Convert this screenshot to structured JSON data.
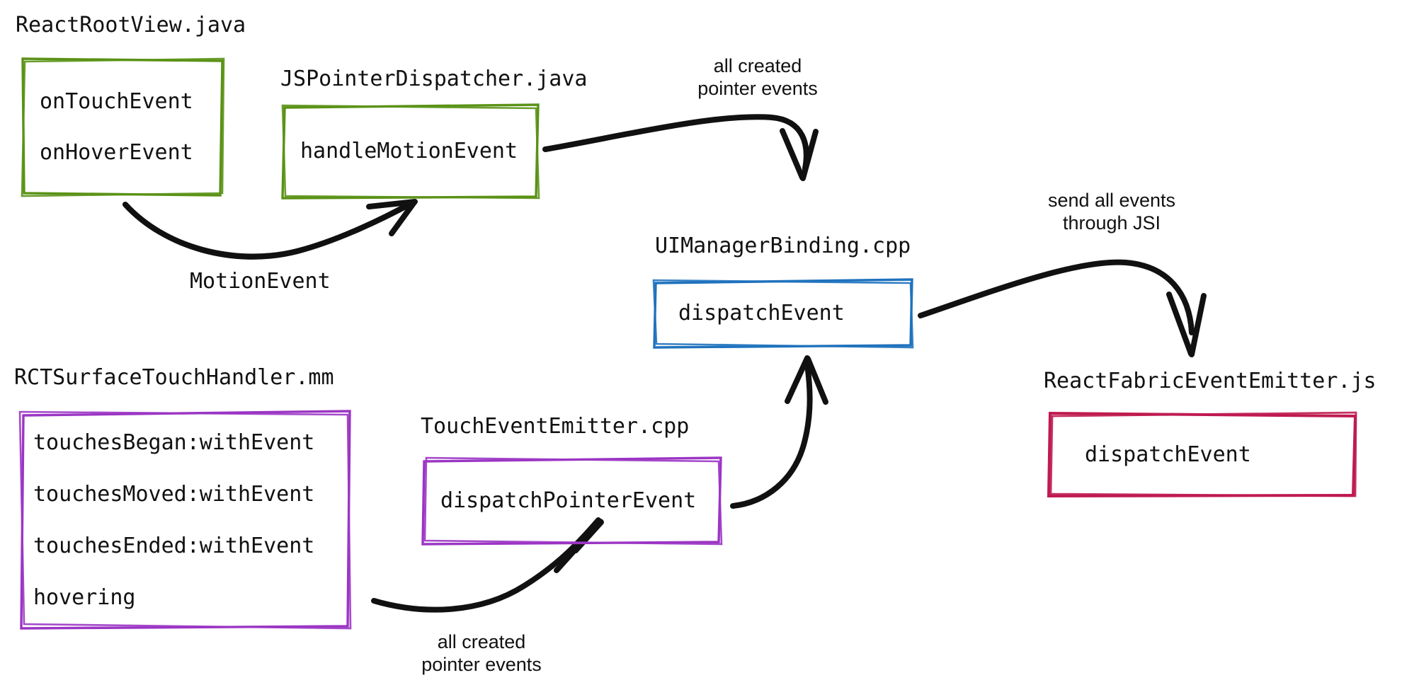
{
  "diagram": {
    "title": "React Native pointer/touch event flow",
    "background": "#ffffff",
    "colors": {
      "green": "#5a9216",
      "blue": "#1f72bd",
      "purple": "#9b35c4",
      "crimson": "#bf1b50",
      "ink": "#111111"
    },
    "groups": [
      {
        "id": "react-root-view",
        "title": "ReactRootView.java",
        "color": "#5a9216",
        "lines": [
          "onTouchEvent",
          "onHoverEvent"
        ]
      },
      {
        "id": "js-pointer-dispatcher",
        "title": "JSPointerDispatcher.java",
        "color": "#5a9216",
        "lines": [
          "handleMotionEvent"
        ]
      },
      {
        "id": "ui-manager-binding",
        "title": "UIManagerBinding.cpp",
        "color": "#1f72bd",
        "lines": [
          "dispatchEvent"
        ]
      },
      {
        "id": "react-fabric-event-emitter",
        "title": "ReactFabricEventEmitter.js",
        "color": "#bf1b50",
        "lines": [
          "dispatchEvent"
        ]
      },
      {
        "id": "rct-surface-touch-handler",
        "title": "RCTSurfaceTouchHandler.mm",
        "color": "#9b35c4",
        "lines": [
          "touchesBegan:withEvent",
          "touchesMoved:withEvent",
          "touchesEnded:withEvent",
          "hovering"
        ]
      },
      {
        "id": "touch-event-emitter",
        "title": "TouchEventEmitter.cpp",
        "color": "#9b35c4",
        "lines": [
          "dispatchPointerEvent"
        ]
      }
    ],
    "edges": [
      {
        "id": "motion-event",
        "label": "MotionEvent",
        "style": "mono",
        "from": "react-root-view",
        "to": "js-pointer-dispatcher"
      },
      {
        "id": "android-pointer-events",
        "label": "all created\npointer events",
        "style": "sans",
        "from": "js-pointer-dispatcher",
        "to": "ui-manager-binding"
      },
      {
        "id": "ios-pointer-events",
        "label": "all created\npointer events",
        "style": "sans",
        "from": "rct-surface-touch-handler",
        "to": "touch-event-emitter"
      },
      {
        "id": "emitter-to-binding",
        "label": "",
        "style": "sans",
        "from": "touch-event-emitter",
        "to": "ui-manager-binding"
      },
      {
        "id": "through-jsi",
        "label": "send all events\nthrough JSI",
        "style": "sans",
        "from": "ui-manager-binding",
        "to": "react-fabric-event-emitter"
      }
    ]
  }
}
